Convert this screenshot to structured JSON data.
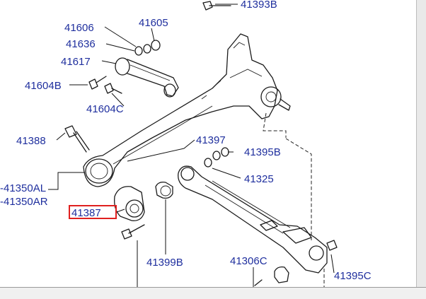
{
  "diagram": {
    "highlight_color": "#e0201f",
    "label_color": "#1f2f9e",
    "labels": {
      "p41393B": "41393B",
      "p41606": "41606",
      "p41605": "41605",
      "p41636": "41636",
      "p41617": "41617",
      "p41604B": "41604B",
      "p41604C": "41604C",
      "p41388": "41388",
      "p41397": "41397",
      "p41395B": "41395B",
      "p41325": "41325",
      "p41350AL": "-41350AL",
      "p41350AR": "-41350AR",
      "p41387": "41387",
      "p41399B": "41399B",
      "p41306C": "41306C",
      "p41395C": "41395C"
    },
    "highlighted_part": "41387"
  }
}
